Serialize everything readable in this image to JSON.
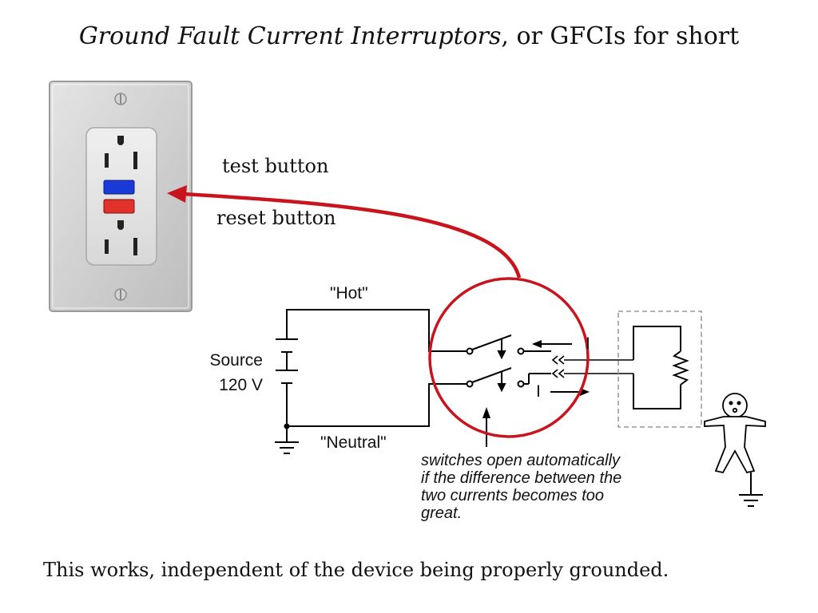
{
  "title": {
    "italic_part": "Ground Fault Current Interruptors",
    "rest": ", or GFCIs for short"
  },
  "outlet": {
    "test_label": "test button",
    "reset_label": "reset button",
    "test_color": "#1a3ad8",
    "reset_color": "#e0322a"
  },
  "circuit": {
    "hot_label": "\"Hot\"",
    "neutral_label": "\"Neutral\"",
    "source_label_1": "Source",
    "source_label_2": "120 V",
    "current_label_top": "I",
    "current_label_bottom": "I",
    "note_lines": [
      "switches open automatically",
      "if the difference between the",
      "two currents becomes too",
      "great."
    ],
    "highlight_color": "#c8141c"
  },
  "footer": "This works, independent of the device being properly grounded."
}
